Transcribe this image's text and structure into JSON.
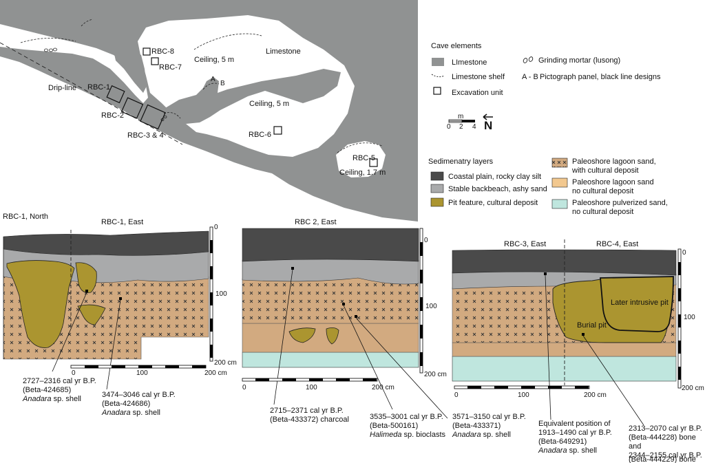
{
  "map": {
    "limestone_label": "Limestone",
    "ceiling_main": "Ceiling, 5 m",
    "ceiling_center": "Ceiling, 5 m",
    "ceiling_small": "Ceiling, 1.7 m",
    "drip_line": "Drip-line",
    "panel_a": "A",
    "panel_b": "B",
    "units": [
      "RBC-8",
      "RBC-7",
      "RBC-1",
      "RBC-2",
      "RBC-3 & 4",
      "RBC-6",
      "RBC-5"
    ]
  },
  "legend_cave": {
    "title": "Cave elements",
    "items": [
      {
        "label": "LImestone",
        "icon": "limestone-swatch"
      },
      {
        "label": "Limestone shelf",
        "icon": "shelf-line"
      },
      {
        "label": "Excavation unit",
        "icon": "square-outline"
      },
      {
        "label": "Grinding mortar (lusong)",
        "icon": "mortar-ovals"
      },
      {
        "label": "A - B",
        "icon": "panel-code"
      },
      {
        "label": "Pictograph panel, black line designs",
        "icon": "none"
      }
    ],
    "scale_unit": "m",
    "scale_ticks": [
      "0",
      "2",
      "4"
    ],
    "north": "N"
  },
  "legend_sed": {
    "title": "Sedimenatry layers",
    "items": [
      {
        "label": "Coastal plain, rocky clay silt",
        "color": "#4a4a4a"
      },
      {
        "label": "Stable backbeach, ashy sand",
        "color": "#a9aaab"
      },
      {
        "label": "Pit feature, cultural deposit",
        "color": "#ab9530"
      },
      {
        "label_1": "Paleoshore lagoon sand,",
        "label_2": "with cultural deposit",
        "color": "#d2aa80"
      },
      {
        "label_1": "Paleoshore lagoon sand",
        "label_2": "no cultural deposit",
        "color": "#f2c88f"
      },
      {
        "label_1": "Paleoshore pulverized sand,",
        "label_2": "no cultural deposit",
        "color": "#bfe6de"
      }
    ]
  },
  "profiles": {
    "rbc1": {
      "left_title": "RBC-1, North",
      "right_title": "RBC-1, East",
      "depth": [
        "0",
        "100",
        "200 cm"
      ],
      "width": [
        "0",
        "100",
        "200 cm"
      ]
    },
    "rbc2": {
      "title": "RBC 2, East",
      "depth": [
        "0",
        "100",
        "200 cm"
      ],
      "width": [
        "0",
        "100",
        "200 cm"
      ]
    },
    "rbc34": {
      "left_title": "RBC-3, East",
      "right_title": "RBC-4, East",
      "depth": [
        "0",
        "100",
        "200 cm"
      ],
      "width": [
        "0",
        "100",
        "200 cm"
      ],
      "later_pit": "Later intrusive pit",
      "burial_pit": "Burial pit"
    }
  },
  "dates": {
    "d1": {
      "l1": "2727–2316 cal yr B.P.",
      "l2": "(Beta-424685)",
      "taxon": "Anadara",
      "rest": " sp. shell"
    },
    "d2": {
      "l1": "3474–3046 cal yr B.P.",
      "l2": "(Beta-424686)",
      "taxon": "Anadara",
      "rest": " sp. shell"
    },
    "d3": {
      "l1": "2715–2371 cal yr B.P.",
      "l2": "(Beta-433372) charcoal"
    },
    "d4": {
      "l1": "3535–3001 cal yr B.P.",
      "l2": "(Beta-500161)",
      "taxon": "Halimeda",
      "rest": " sp. bioclasts"
    },
    "d5": {
      "l1": "3571–3150 cal yr B.P.",
      "l2": "(Beta-433371)",
      "taxon": "Anadara",
      "rest": " sp. shell"
    },
    "d6": {
      "l0": "Equivalent position of",
      "l1": "1913–1490 cal yr B.P.",
      "l2": "(Beta-649291)",
      "taxon": "Anadara",
      "rest": " sp. shell"
    },
    "d7": {
      "l1": "2313–2070 cal yr B.P.",
      "l2": "(Beta-444228) bone",
      "l3": "and",
      "l4": "2344–2155 cal yr B.P.",
      "l5": "(Beta-444229) bone"
    }
  }
}
